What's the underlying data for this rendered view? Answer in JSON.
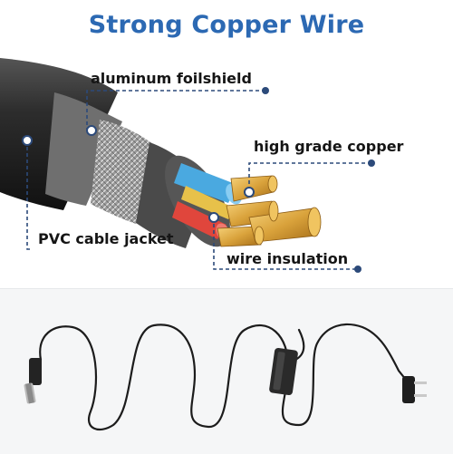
{
  "title": "Strong Copper Wire",
  "labels": {
    "foil": "aluminum foilshield",
    "copper": "high grade copper",
    "jacket": "PVC cable jacket",
    "insulation": "wire insulation"
  },
  "colors": {
    "title": "#2c69b3",
    "leader": "#2c4a7a",
    "jacket": "#2a2a2a",
    "copper": "#d9a23b",
    "insulation_blue": "#4aa9e0",
    "insulation_red": "#e0463c"
  }
}
